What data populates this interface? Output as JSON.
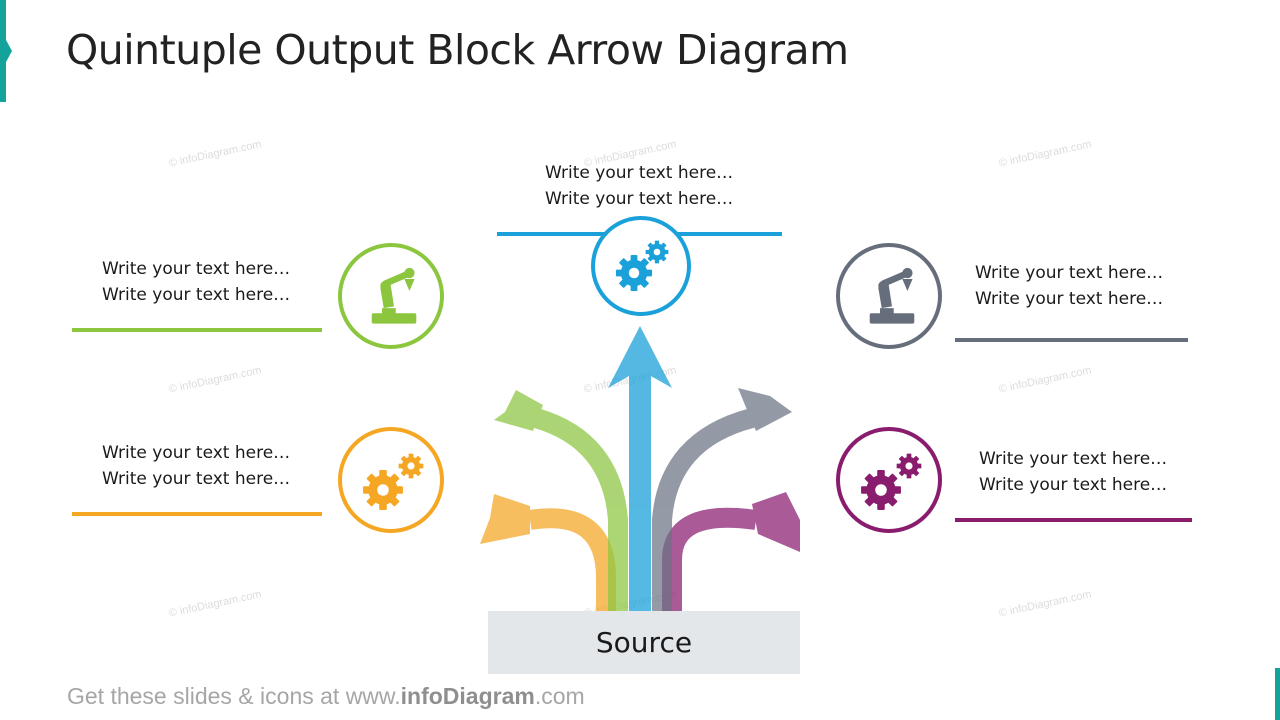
{
  "title": "Quintuple Output Block Arrow Diagram",
  "source_label": "Source",
  "watermark": "© infoDiagram.com",
  "footer": {
    "prefix": "Get these slides & icons at www.",
    "brand": "infoDiagram",
    "suffix": ".com"
  },
  "colors": {
    "green": "#8cc63f",
    "orange": "#f5a623",
    "blue": "#1ba1d9",
    "gray": "#666e7c",
    "purple": "#8a1c6e",
    "accent": "#13a39a"
  },
  "outputs": {
    "top": {
      "line1": "Write your text here…",
      "line2": "Write your text here…",
      "icon": "gears-icon"
    },
    "left_upper": {
      "line1": "Write your text here…",
      "line2": "Write your text here…",
      "icon": "robot-arm-icon"
    },
    "left_lower": {
      "line1": "Write your text here…",
      "line2": "Write your text here…",
      "icon": "gears-icon"
    },
    "right_upper": {
      "line1": "Write your text here…",
      "line2": "Write your text here…",
      "icon": "robot-arm-icon"
    },
    "right_lower": {
      "line1": "Write your text here…",
      "line2": "Write your text here…",
      "icon": "gears-icon"
    }
  }
}
